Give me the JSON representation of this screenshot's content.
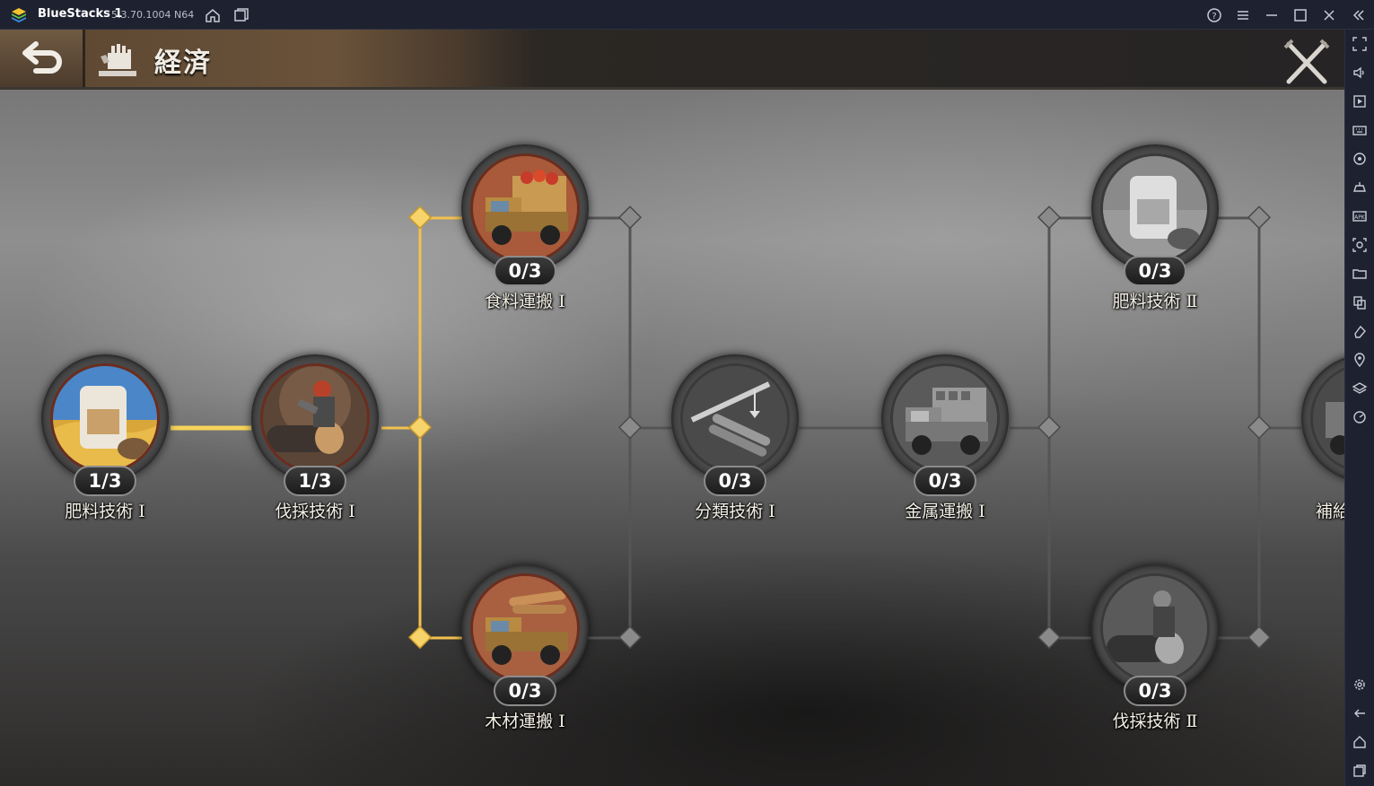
{
  "window": {
    "app_name": "BlueStacks 1",
    "version": "5.3.70.1004 N64"
  },
  "header": {
    "title": "経済"
  },
  "nodes": [
    {
      "progress": "1/3",
      "label": "肥料技術 Ⅰ"
    },
    {
      "progress": "1/3",
      "label": "伐採技術 Ⅰ"
    },
    {
      "progress": "0/3",
      "label": "食料運搬 Ⅰ"
    },
    {
      "progress": "0/3",
      "label": "木材運搬 Ⅰ"
    },
    {
      "progress": "0/3",
      "label": "分類技術 Ⅰ"
    },
    {
      "progress": "0/3",
      "label": "金属運搬 Ⅰ"
    },
    {
      "progress": "0/3",
      "label": "肥料技術 Ⅱ"
    },
    {
      "progress": "0/3",
      "label": "伐採技術 Ⅱ"
    },
    {
      "progress": "",
      "label": "補給"
    }
  ],
  "colors": {
    "active_line": "#f2c14e",
    "inactive_line": "#5e5e5e",
    "accent_ring": "#6b2d1e"
  },
  "icons": {
    "titlebar": [
      "home-icon",
      "multi-instance-icon",
      "help-icon",
      "menu-icon",
      "minimize-icon",
      "maximize-icon",
      "close-icon",
      "collapse-sidebar-icon"
    ],
    "sidebar": [
      "fullscreen-icon",
      "volume-icon",
      "media-icon",
      "keyboard-icon",
      "rotate-icon",
      "gamepad-icon",
      "apk-icon",
      "screenshot-icon",
      "folder-icon",
      "copy-icon",
      "erase-icon",
      "location-icon",
      "layers-icon",
      "eco-mode-icon",
      "settings-icon",
      "back-icon",
      "home-icon",
      "recent-apps-icon"
    ]
  }
}
